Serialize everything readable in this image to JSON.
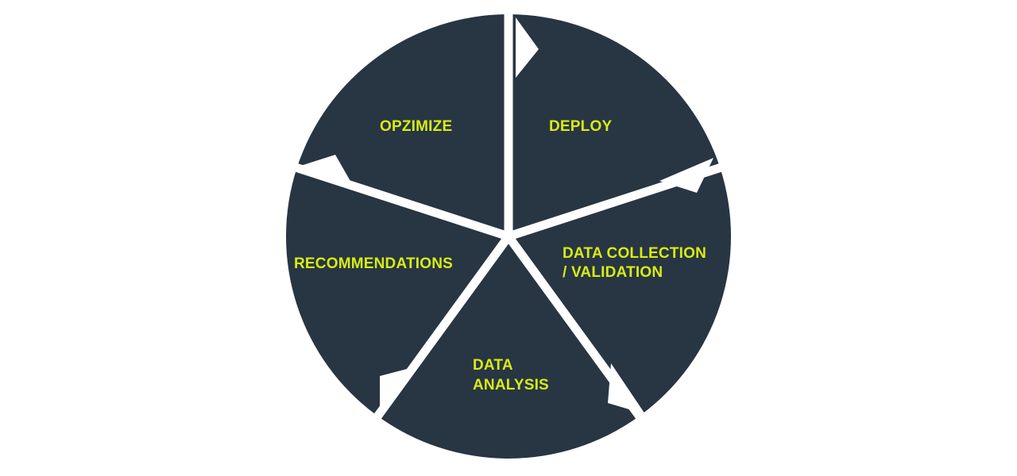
{
  "diagram": {
    "colors": {
      "segment_fill": "#283543",
      "label_text": "#d7ec14",
      "gap": "#ffffff"
    },
    "segments": [
      {
        "id": "deploy",
        "lines": [
          "DEPLOY"
        ]
      },
      {
        "id": "data-collection",
        "lines": [
          "DATA COLLECTION",
          "/ VALIDATION"
        ]
      },
      {
        "id": "data-analysis",
        "lines": [
          "DATA",
          "ANALYSIS"
        ]
      },
      {
        "id": "recommendations",
        "lines": [
          "RECOMMENDATIONS"
        ]
      },
      {
        "id": "optimize",
        "lines": [
          "OPZIMIZE"
        ]
      }
    ]
  }
}
